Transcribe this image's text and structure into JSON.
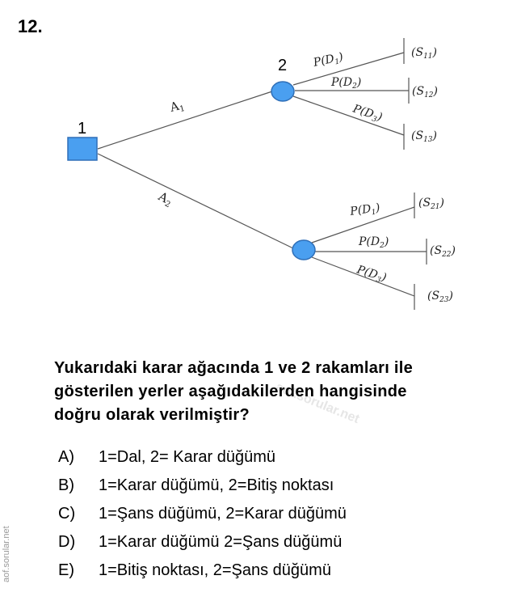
{
  "question_number": "12.",
  "diagram": {
    "node1_label": "1",
    "node2_label": "2",
    "branch_a1": {
      "main": "A",
      "sub": "1"
    },
    "branch_a2": {
      "main": "A",
      "sub": "2"
    },
    "upper": [
      {
        "p_main": "P(D",
        "p_sub": "1",
        "p_close": ")",
        "s_main": "(S",
        "s_sub": "11",
        "s_close": ")"
      },
      {
        "p_main": "P(D",
        "p_sub": "2",
        "p_close": ")",
        "s_main": "(S",
        "s_sub": "12",
        "s_close": ")"
      },
      {
        "p_main": "P(D",
        "p_sub": "3",
        "p_close": ")",
        "s_main": "(S",
        "s_sub": "13",
        "s_close": ")"
      }
    ],
    "lower": [
      {
        "p_main": "P(D",
        "p_sub": "1",
        "p_close": ")",
        "s_main": "(S",
        "s_sub": "21",
        "s_close": ")"
      },
      {
        "p_main": "P(D",
        "p_sub": "2",
        "p_close": ")",
        "s_main": "(S",
        "s_sub": "22",
        "s_close": ")"
      },
      {
        "p_main": "P(D",
        "p_sub": "3",
        "p_close": ")",
        "s_main": "(S",
        "s_sub": "23",
        "s_close": ")"
      }
    ],
    "colors": {
      "node_fill": "#4a9ff0",
      "node_stroke": "#2f6fb8",
      "line": "#555555"
    }
  },
  "question_lines": [
    "Yukarıdaki karar ağacında 1 ve 2 rakamları ile",
    "gösterilen yerler aşağıdakilerden hangisinde",
    "doğru olarak verilmiştir?"
  ],
  "options": [
    {
      "letter": "A)",
      "text": "1=Dal, 2= Karar düğümü"
    },
    {
      "letter": "B)",
      "text": "1=Karar düğümü, 2=Bitiş noktası"
    },
    {
      "letter": "C)",
      "text": "1=Şans düğümü, 2=Karar düğümü"
    },
    {
      "letter": "D)",
      "text": "1=Karar düğümü 2=Şans düğümü"
    },
    {
      "letter": "E)",
      "text": "1=Bitiş noktası, 2=Şans düğümü"
    }
  ],
  "watermark": "aof.sorular.net",
  "side_watermark": "aof.sorular.net"
}
